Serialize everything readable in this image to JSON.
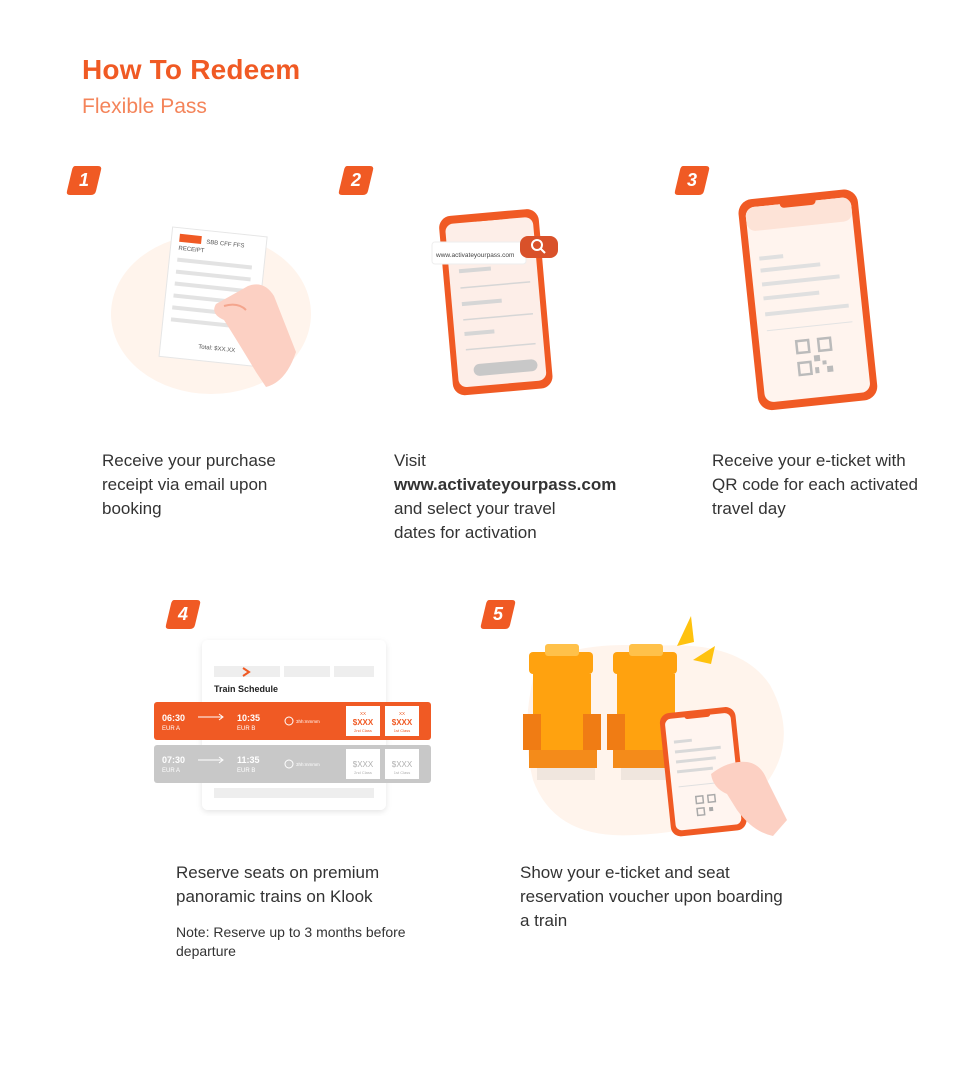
{
  "header": {
    "title": "How To Redeem",
    "subtitle": "Flexible Pass"
  },
  "steps": [
    {
      "number": "1",
      "description": "Receive your purchase receipt via email upon booking",
      "illustration": {
        "receipt_brand": "SBB CFF FFS",
        "receipt_heading": "RECEIPT",
        "receipt_total": "Total: $XX.XX"
      }
    },
    {
      "number": "2",
      "description_prefix": "Visit",
      "link_text": "www.activateyourpass.com",
      "description_suffix": "and select your travel dates for activation",
      "illustration": {
        "url_bar": "www.activateyourpass.com"
      }
    },
    {
      "number": "3",
      "description": "Receive your e-ticket with QR code for each activated travel day"
    },
    {
      "number": "4",
      "description": "Reserve seats on premium panoramic trains on Klook",
      "note": "Note: Reserve up to 3 months before departure",
      "illustration": {
        "schedule_title": "Train Schedule",
        "rows": [
          {
            "depart_time": "06:30",
            "depart_station": "EUR A",
            "arrive_time": "10:35",
            "arrive_station": "EUR B",
            "duration": "3hh:mmmm",
            "price1": "$XXX",
            "price1_label": "2nd Class",
            "price1_top": "XX",
            "price2": "$XXX",
            "price2_label": "1st Class",
            "price2_top": "XX"
          },
          {
            "depart_time": "07:30",
            "depart_station": "EUR A",
            "arrive_time": "11:35",
            "arrive_station": "EUR B",
            "duration": "3hh:mmmm",
            "price1": "$XXX",
            "price1_label": "2nd Class",
            "price2": "$XXX",
            "price2_label": "1st Class"
          }
        ]
      }
    },
    {
      "number": "5",
      "description": "Show your e-ticket and seat reservation voucher upon boarding a train"
    }
  ],
  "colors": {
    "brand_orange": "#f05a24",
    "light_orange": "#f4845a",
    "seat_orange": "#ffa20f",
    "grey_row": "#c8c8c8"
  }
}
